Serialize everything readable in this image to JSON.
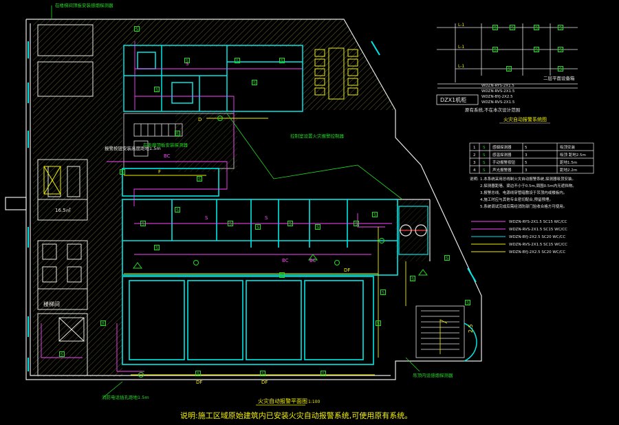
{
  "plan": {
    "title": "火灾自动报警平面图",
    "scale": "1:100",
    "note": "说明:施工区域原始建筑内已安装火灾自动报警系统,可使用原有系统。"
  },
  "rooms": {
    "room_area": "16.5㎡",
    "stair_label": "楼梯间",
    "dim_label": "2.5",
    "control_label": "DZX1机柜"
  },
  "system_diagram": {
    "title": "火灾自动报警系统图",
    "sub_title": "二层平面设备箱",
    "bus_label": "L-1",
    "lines": [
      "WDZN-RYS-2X1.5",
      "WDZN-RVS-2X1.5",
      "WDZN-BYJ-2X2.5",
      "WDZN-RVS-2X1.5"
    ]
  },
  "legend": {
    "rows": [
      {
        "no": "1",
        "sym": "S",
        "name": "感烟探测器",
        "qty": "5",
        "note": "吸顶安装"
      },
      {
        "no": "2",
        "sym": "S",
        "name": "感温探测器",
        "qty": "3",
        "note": "吸顶 距地2.5m"
      },
      {
        "no": "3",
        "sym": "S",
        "name": "手动报警按钮",
        "qty": "5",
        "note": "距地1.5m"
      },
      {
        "no": "4",
        "sym": "S",
        "name": "声光报警器",
        "qty": "3",
        "note": "距地2.2m"
      }
    ],
    "notes_title": "说明:",
    "notes": [
      "1.本系统采用总线制火灾自动报警系统,探测器吸顶安装。",
      "2.探测器距墙、梁边不小于0.5m,周围0.5m内无遮挡物。",
      "3.报警总线、电源线穿管暗敷设于吊顶内或楼板内。",
      "4.施工时应与其他专业密切配合,预留预埋。",
      "5.系统调试完成后需经消防部门验收合格方可使用。"
    ],
    "wires": [
      "WDZN-RYS-2X1.5 SC15 WC/CC",
      "WDZN-RVS-2X1.5 SC15 WC/CC",
      "WDZN-BYJ-2X2.5 SC20 WC/CC",
      "WDZN-RVS-2X1.5 SC15 WC/CC",
      "WDZN-BYJ-2X2.5 SC20 WC/CC"
    ],
    "wire_colors": [
      "#ff44ff",
      "#ff44ff",
      "#00e8e8",
      "#f2f200",
      "#f2f200"
    ]
  },
  "callouts": [
    "在楼梯间顶板安装感烟探测器",
    "报警按钮安装高度距地1.5m",
    "控制室设置火灾报警控制器",
    "原有系统,不在本次设计范围",
    "消防电话插孔距地1.5m",
    "吊顶内设感烟探测器",
    "在走廊顶板安装探测器"
  ],
  "wiring_labels": {
    "smoke": "S",
    "bus": "BC",
    "feeder": "DF",
    "feed_d": "D",
    "feed_f": "F"
  },
  "colors": {
    "background": "#000000",
    "wall": "#00e8e8",
    "frame": "#e8e8e8",
    "text": "#f2f200",
    "signal_bus": "#ff44ff",
    "power_bus": "#f2f200",
    "device": "#22dd22",
    "hatch": "#c8c800"
  },
  "icons": [
    "smoke-detector-icon",
    "manual-call-point-icon",
    "sounder-icon",
    "stair-icon",
    "elevator-icon"
  ]
}
